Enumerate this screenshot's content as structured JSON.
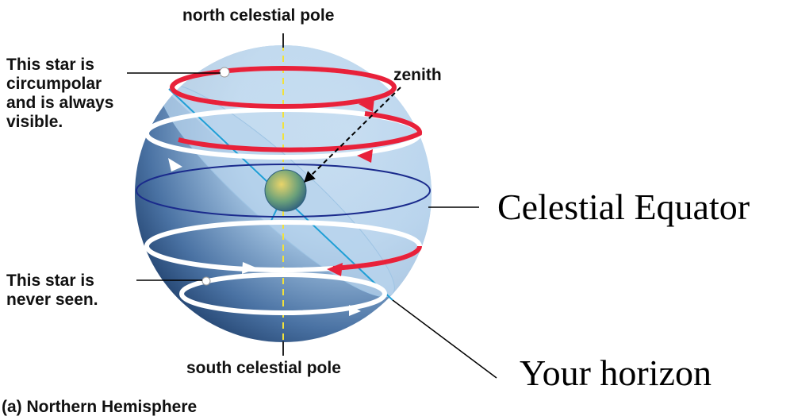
{
  "labels": {
    "north_pole": "north celestial pole",
    "south_pole": "south celestial pole",
    "zenith": "zenith",
    "circumpolar": "This star is\ncircumpolar\nand is always\nvisible.",
    "never_seen": "This star is\nnever seen.",
    "caption": "(a) Northern Hemisphere",
    "celestial_equator": "Celestial Equator",
    "your_horizon": "Your horizon"
  },
  "colors": {
    "sphere_light": "#c9dff0",
    "sphere_dark": "#1f3f6b",
    "star_path_visible": "#e8213a",
    "star_path_hidden": "#ffffff",
    "equator": "#1a2a8c",
    "horizon_line": "#1f9fd6",
    "pole_axis": "#f2e23a"
  }
}
